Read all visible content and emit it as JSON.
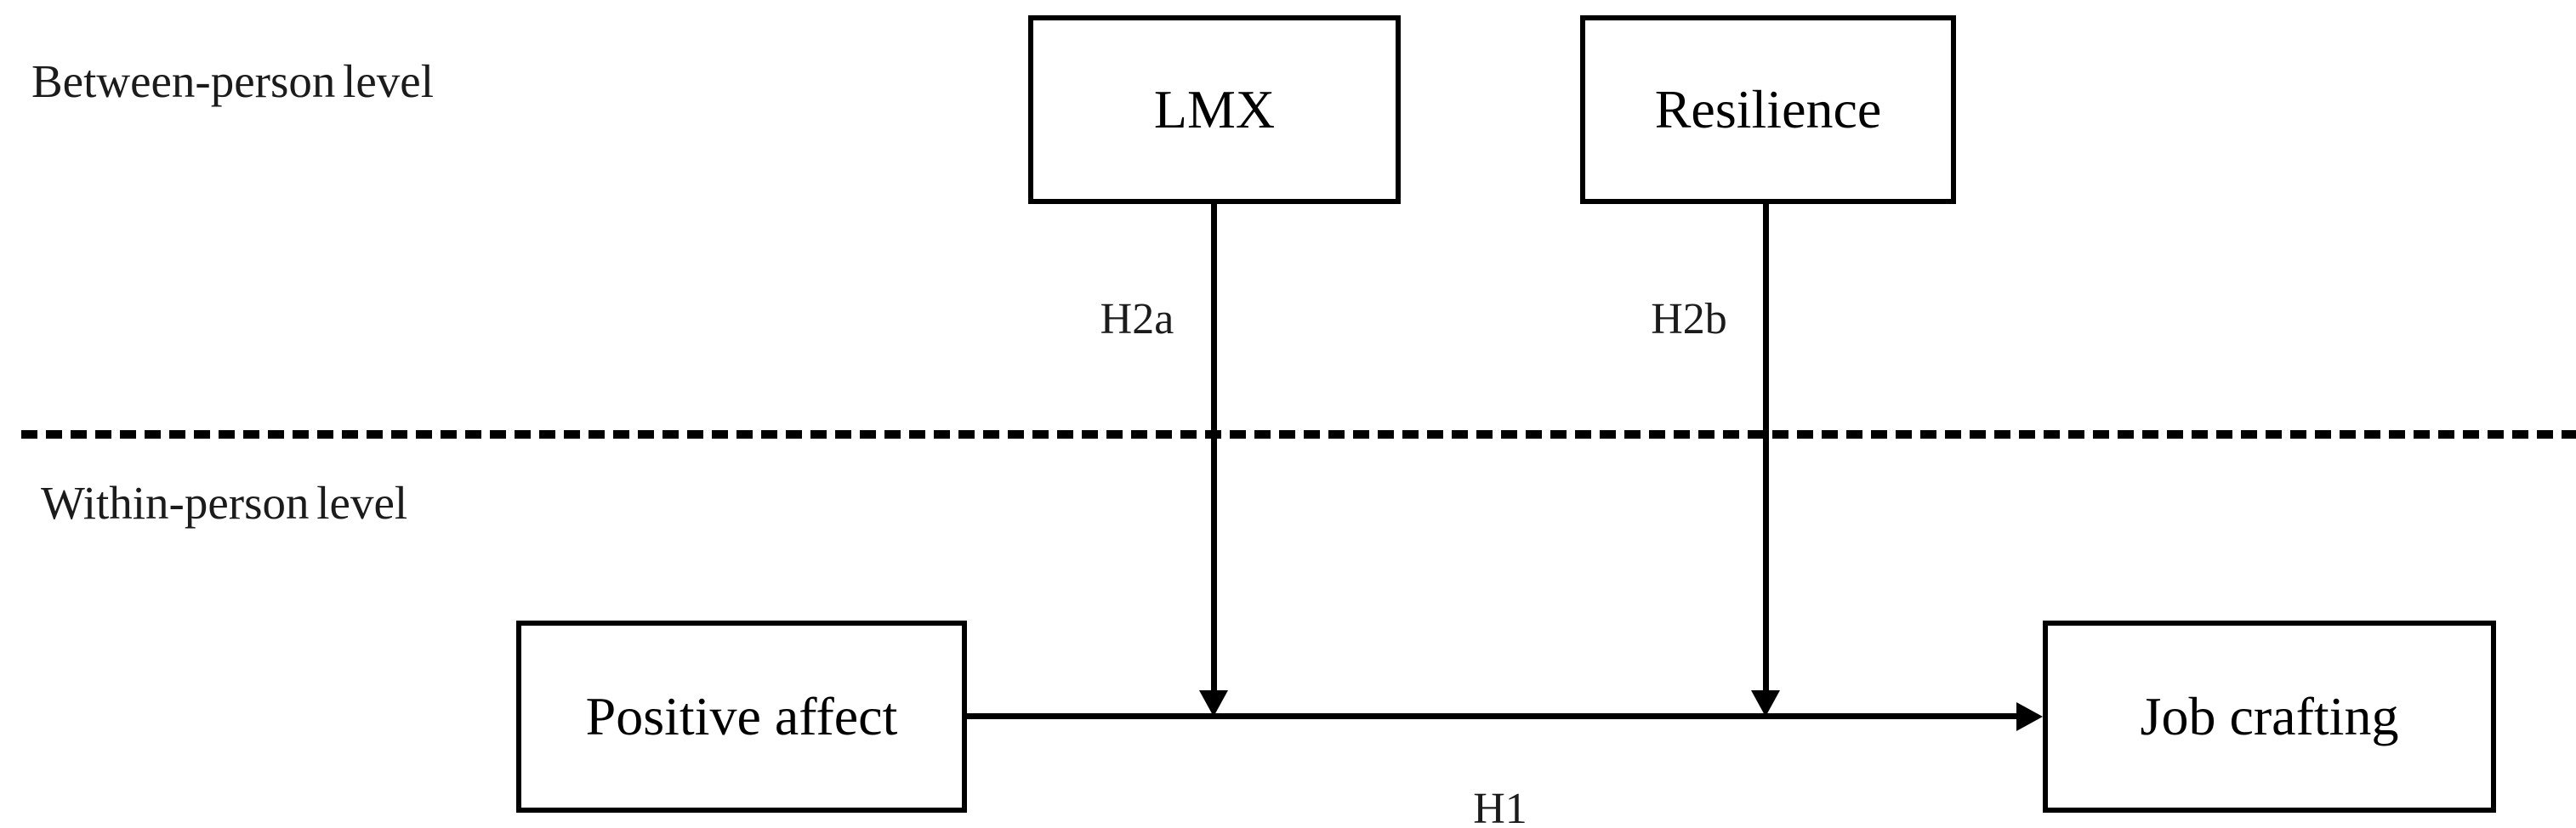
{
  "labels": {
    "between_level": "Between-person level",
    "within_level": "Within-person level"
  },
  "boxes": {
    "lmx": "LMX",
    "resilience": "Resilience",
    "positive_affect": "Positive affect",
    "job_crafting": "Job crafting"
  },
  "hypotheses": {
    "h1": "H1",
    "h2a": "H2a",
    "h2b": "H2b"
  },
  "colors": {
    "line": "#000000",
    "background": "#ffffff"
  }
}
